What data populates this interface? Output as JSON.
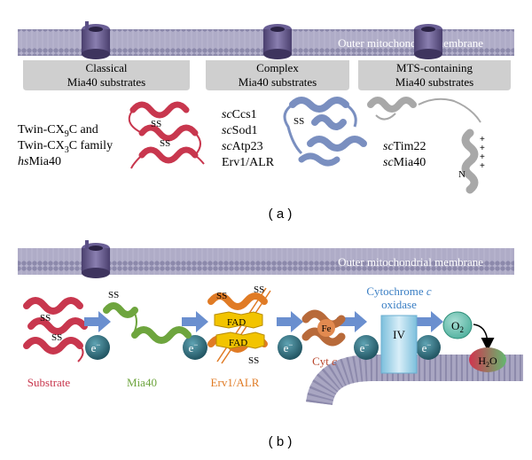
{
  "panel_a": {
    "membrane_label": "Outer mitochondrial membrane",
    "categories": [
      {
        "line1": "Classical",
        "line2": "Mia40 substrates"
      },
      {
        "line1": "Complex",
        "line2": "Mia40 substrates"
      },
      {
        "line1": "MTS-containing",
        "line2": "Mia40 substrates"
      }
    ],
    "classical": {
      "twin9_prefix": "Twin-CX",
      "twin9_sub": "9",
      "twin9_suffix": "C and",
      "twin3_prefix": "Twin-CX",
      "twin3_sub": "3",
      "twin3_suffix": "C family",
      "hs_prefix": "hs",
      "hs_name": "Mia40",
      "ss_top": "SS",
      "ss_bottom": "SS"
    },
    "complex": {
      "items": [
        {
          "prefix": "sc",
          "name": "Ccs1"
        },
        {
          "prefix": "sc",
          "name": "Sod1"
        },
        {
          "prefix": "sc",
          "name": "Atp23"
        },
        {
          "prefix": "",
          "name": "Erv1/ALR"
        }
      ],
      "ss": "SS"
    },
    "mts": {
      "items": [
        {
          "prefix": "sc",
          "name": "Tim22"
        },
        {
          "prefix": "sc",
          "name": "Mia40"
        }
      ],
      "n_label": "N",
      "plus": "+"
    },
    "caption": "( a )"
  },
  "panel_b": {
    "membrane_label": "Outer mitochondrial membrane",
    "substrate_label": "Substrate",
    "mia40_label": "Mia40",
    "erv1_label": "Erv1/ALR",
    "cytc_prefix": "Cyt ",
    "cytc_italic": "c",
    "cox_line1_prefix": "Cytochrome ",
    "cox_line1_italic": "c",
    "cox_line2": "oxidase",
    "complex_iv": "IV",
    "fe": "Fe",
    "fad": "FAD",
    "ss": "SS",
    "electron": "e",
    "electron_sup": "−",
    "o2_prefix": "O",
    "o2_sub": "2",
    "h2o_prefix": "H",
    "h2o_sub": "2",
    "h2o_suffix": "O",
    "caption": "( b )"
  },
  "colors": {
    "membrane": "#8f8cae",
    "category_box": "#cfcfcf",
    "substrate": "#c8374e",
    "mia40": "#6ea53e",
    "erv1": "#e07b25",
    "complex_blue": "#7a8fc0",
    "mts_gray": "#a8a8a8",
    "electron": "#2f6f80",
    "arrow": "#6a8fcf",
    "fad": "#f2c400",
    "cytc": "#b86a3a",
    "cox": "#9fd0e8"
  }
}
